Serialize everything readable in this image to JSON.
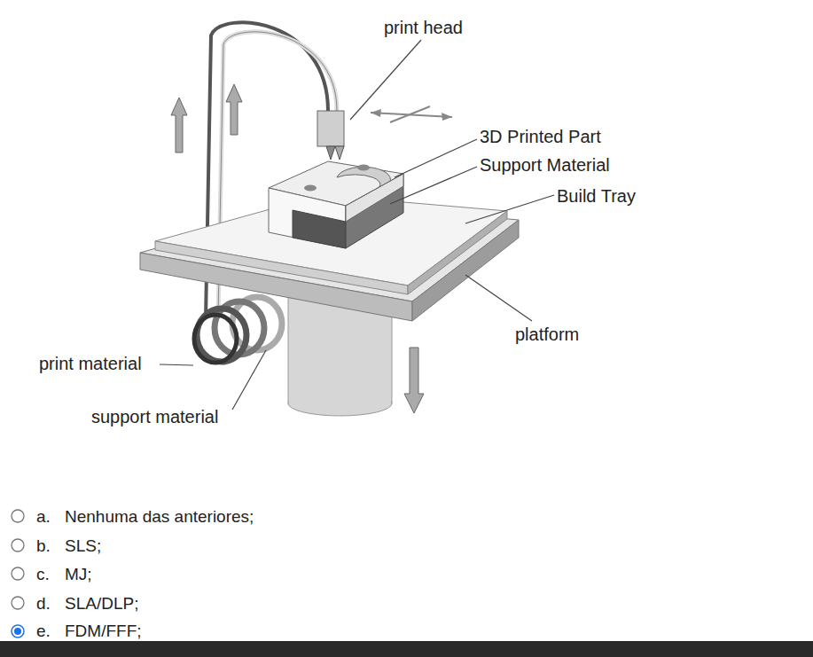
{
  "diagram": {
    "labels": [
      "print head",
      "3D Printed Part",
      "Support Material",
      "Build Tray",
      "platform",
      "print material",
      "support material",
      "a.",
      "Nenhuma das anteriores;",
      "b.",
      "SLS;",
      "c.",
      "MJ;",
      "d.",
      "SLA/DLP;",
      "e.",
      "FDM/FFF;"
    ]
  }
}
